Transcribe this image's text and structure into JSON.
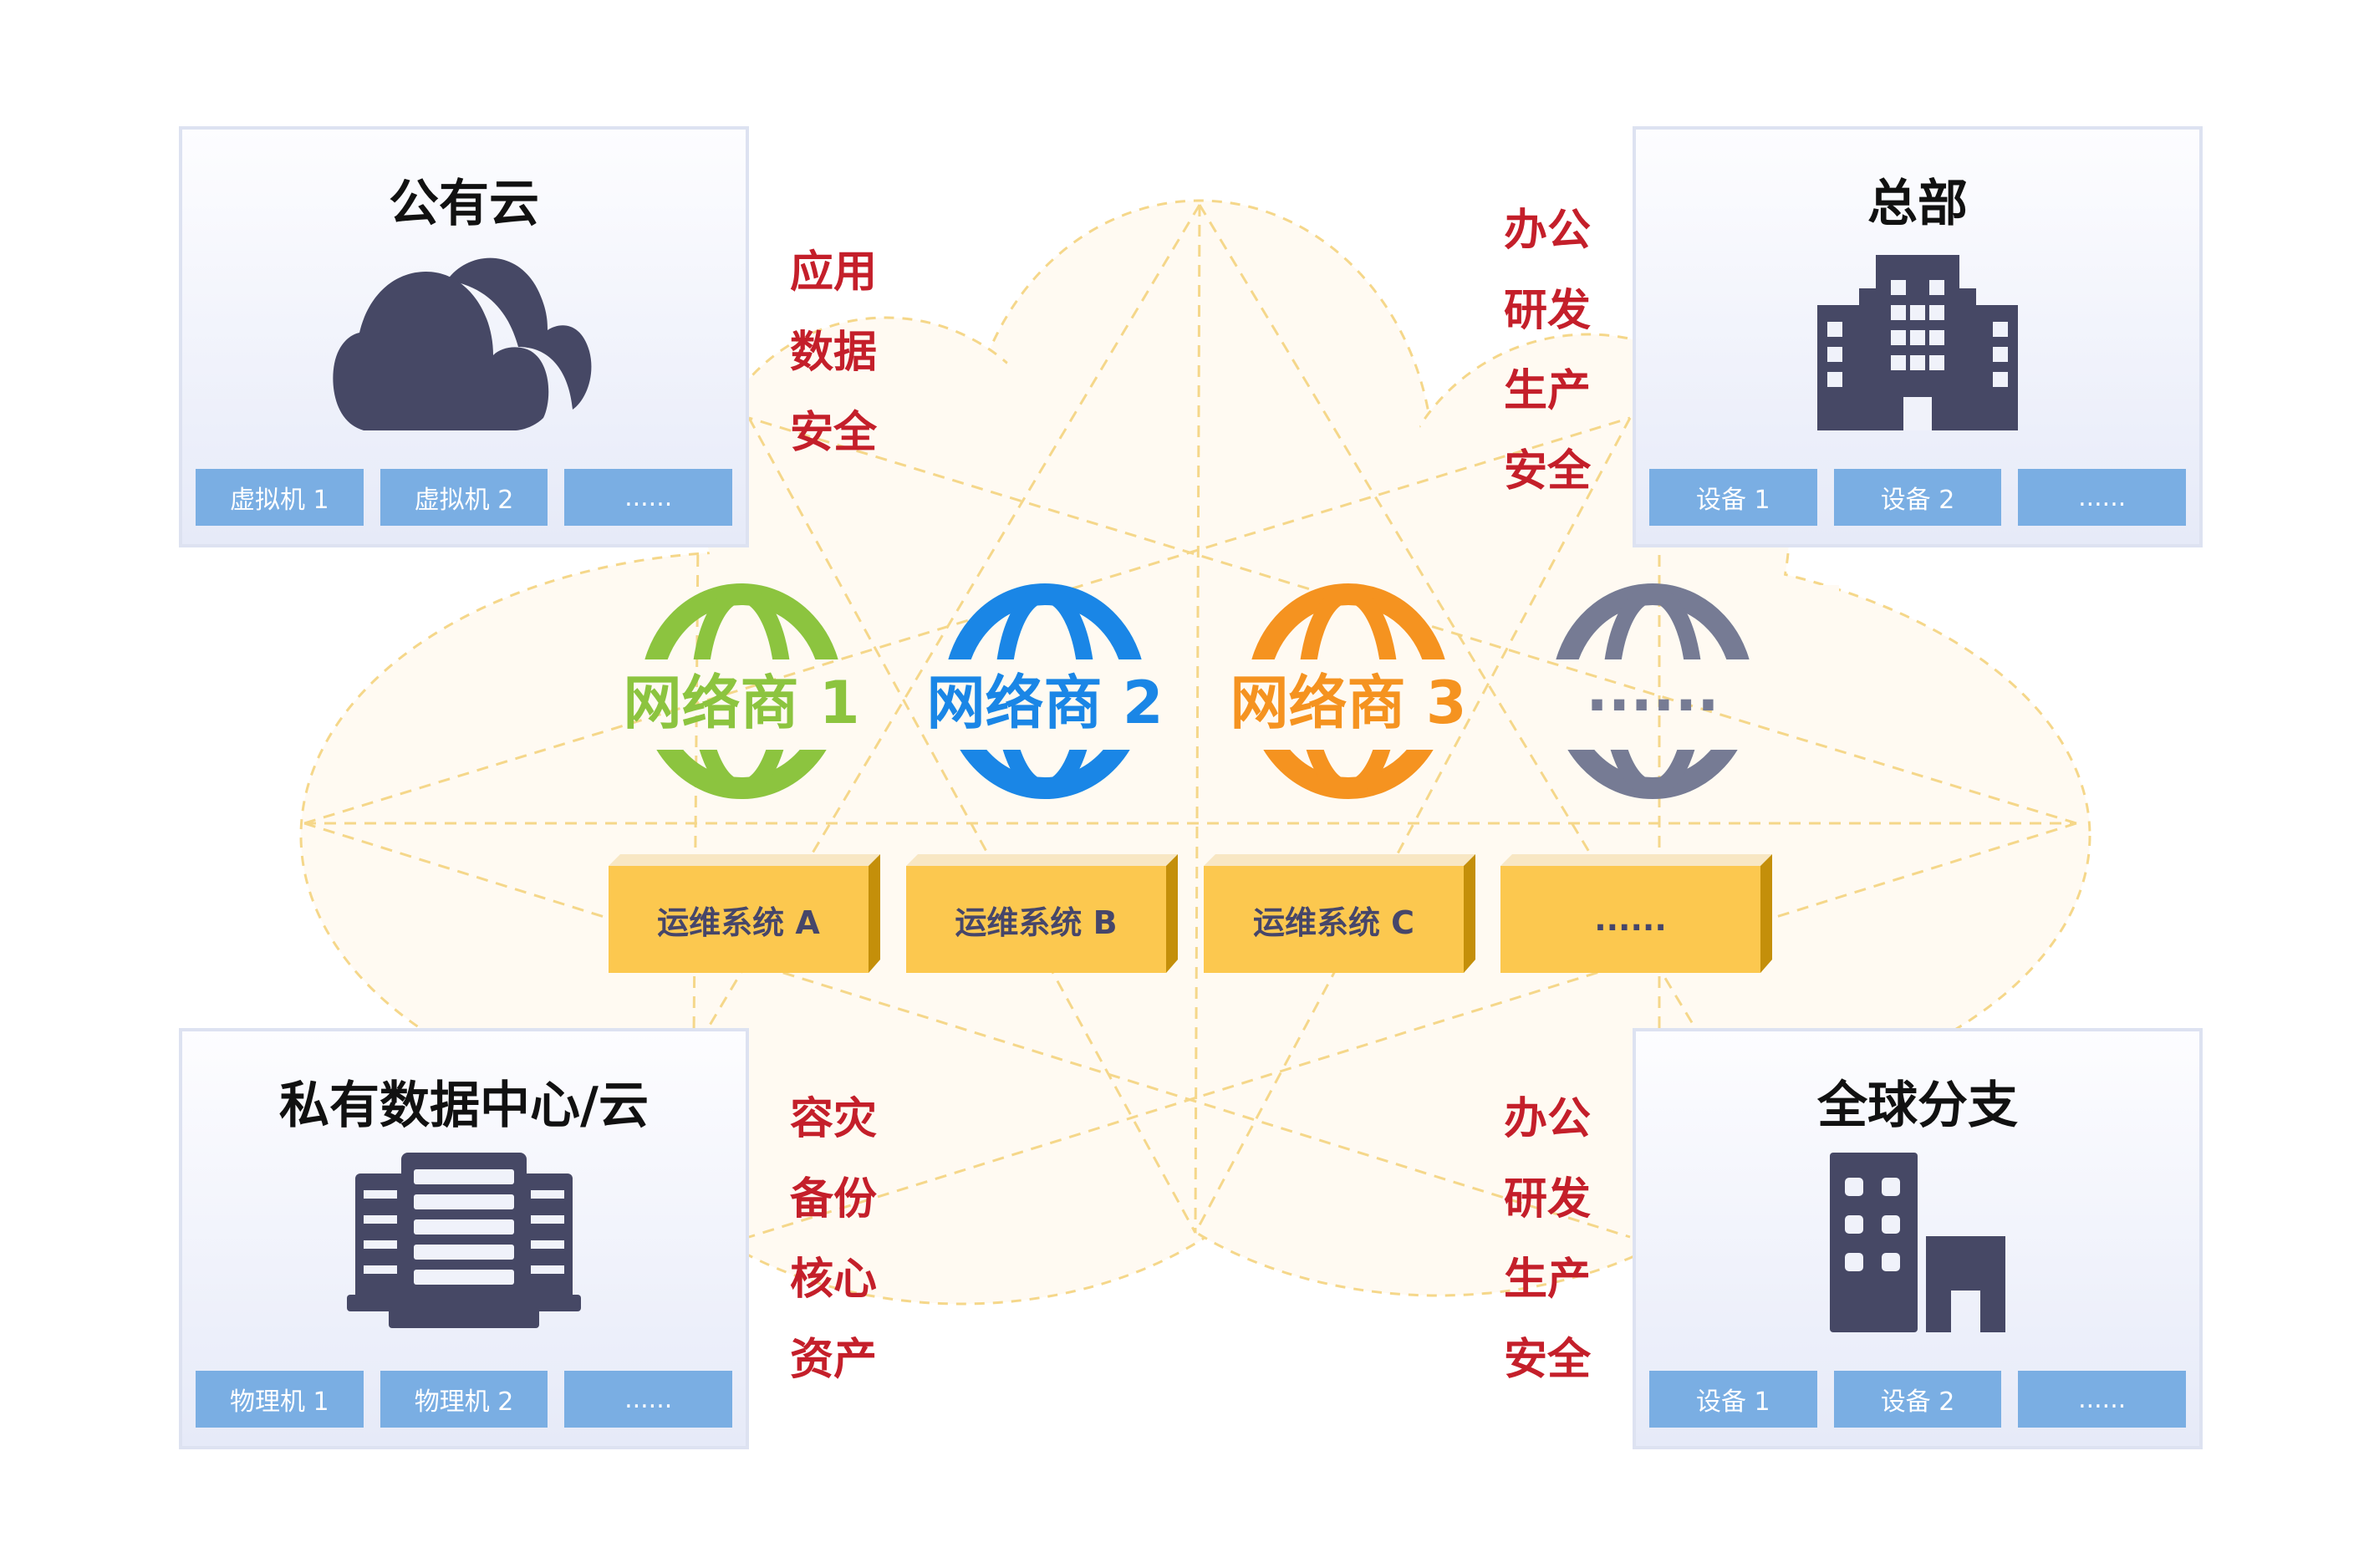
{
  "panels": {
    "public_cloud": {
      "title": "公有云",
      "icon": "cloud-icon",
      "chips": [
        "虚拟机 1",
        "虚拟机 2",
        "......"
      ]
    },
    "headquarters": {
      "title": "总部",
      "icon": "office-building-icon",
      "chips": [
        "设备 1",
        "设备 2",
        "......"
      ]
    },
    "private_dc": {
      "title": "私有数据中心/云",
      "icon": "server-rack-icon",
      "chips": [
        "物理机 1",
        "物理机 2",
        "......"
      ]
    },
    "global_branch": {
      "title": "全球分支",
      "icon": "branch-building-icon",
      "chips": [
        "设备 1",
        "设备 2",
        "......"
      ]
    }
  },
  "tags": {
    "top_left": [
      "应用",
      "数据",
      "安全"
    ],
    "top_right": [
      "办公",
      "研发",
      "生产",
      "安全"
    ],
    "bottom_left": [
      "容灾",
      "备份",
      "核心",
      "资产"
    ],
    "bottom_right": [
      "办公",
      "研发",
      "生产",
      "安全"
    ]
  },
  "providers": [
    {
      "label": "网络商 1",
      "color": "#8cc43f"
    },
    {
      "label": "网络商 2",
      "color": "#1a86e6"
    },
    {
      "label": "网络商 3",
      "color": "#f59320"
    },
    {
      "label": "......",
      "color": "#767b94"
    }
  ],
  "ops_systems": [
    "运维系统 A",
    "运维系统 B",
    "运维系统 C",
    "......"
  ],
  "colors": {
    "icon": "#464865",
    "tag": "#c41f2a",
    "chip": "#7aaee3",
    "cloud_fill": "#fffaf2",
    "dash": "#f5d78a"
  }
}
